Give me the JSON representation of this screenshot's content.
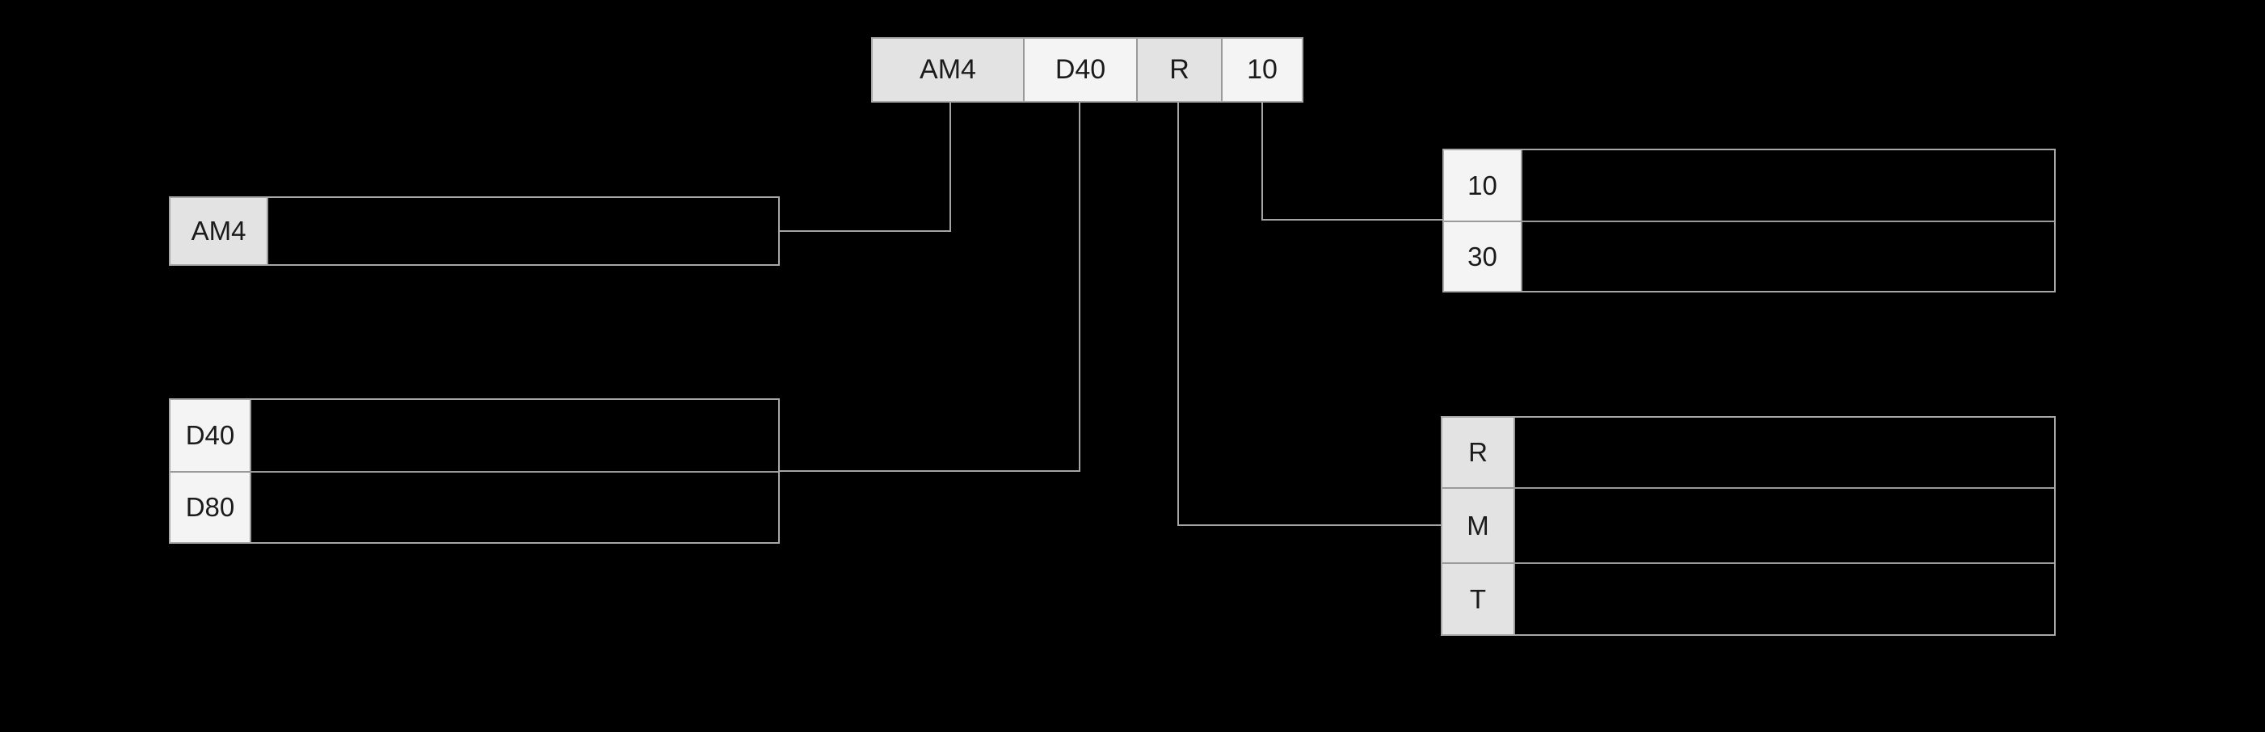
{
  "model_code": {
    "segments": [
      "AM4",
      "D40",
      "R",
      "10"
    ]
  },
  "tables": [
    {
      "id": "am4",
      "rows": [
        {
          "code": "AM4",
          "description": ""
        }
      ]
    },
    {
      "id": "d40-d80",
      "rows": [
        {
          "code": "D40",
          "description": ""
        },
        {
          "code": "D80",
          "description": ""
        }
      ]
    },
    {
      "id": "10-30",
      "rows": [
        {
          "code": "10",
          "description": ""
        },
        {
          "code": "30",
          "description": ""
        }
      ]
    },
    {
      "id": "r-m-t",
      "rows": [
        {
          "code": "R",
          "description": ""
        },
        {
          "code": "M",
          "description": ""
        },
        {
          "code": "T",
          "description": ""
        }
      ]
    }
  ],
  "colors": {
    "background": "#000000",
    "cell_fill_gray": "#e3e3e3",
    "cell_fill_light": "#f4f4f4",
    "border": "#a8a8a8",
    "divider": "#9a9a9a",
    "connector_line": "#a5a5a5",
    "text": "#1b1b1b"
  }
}
